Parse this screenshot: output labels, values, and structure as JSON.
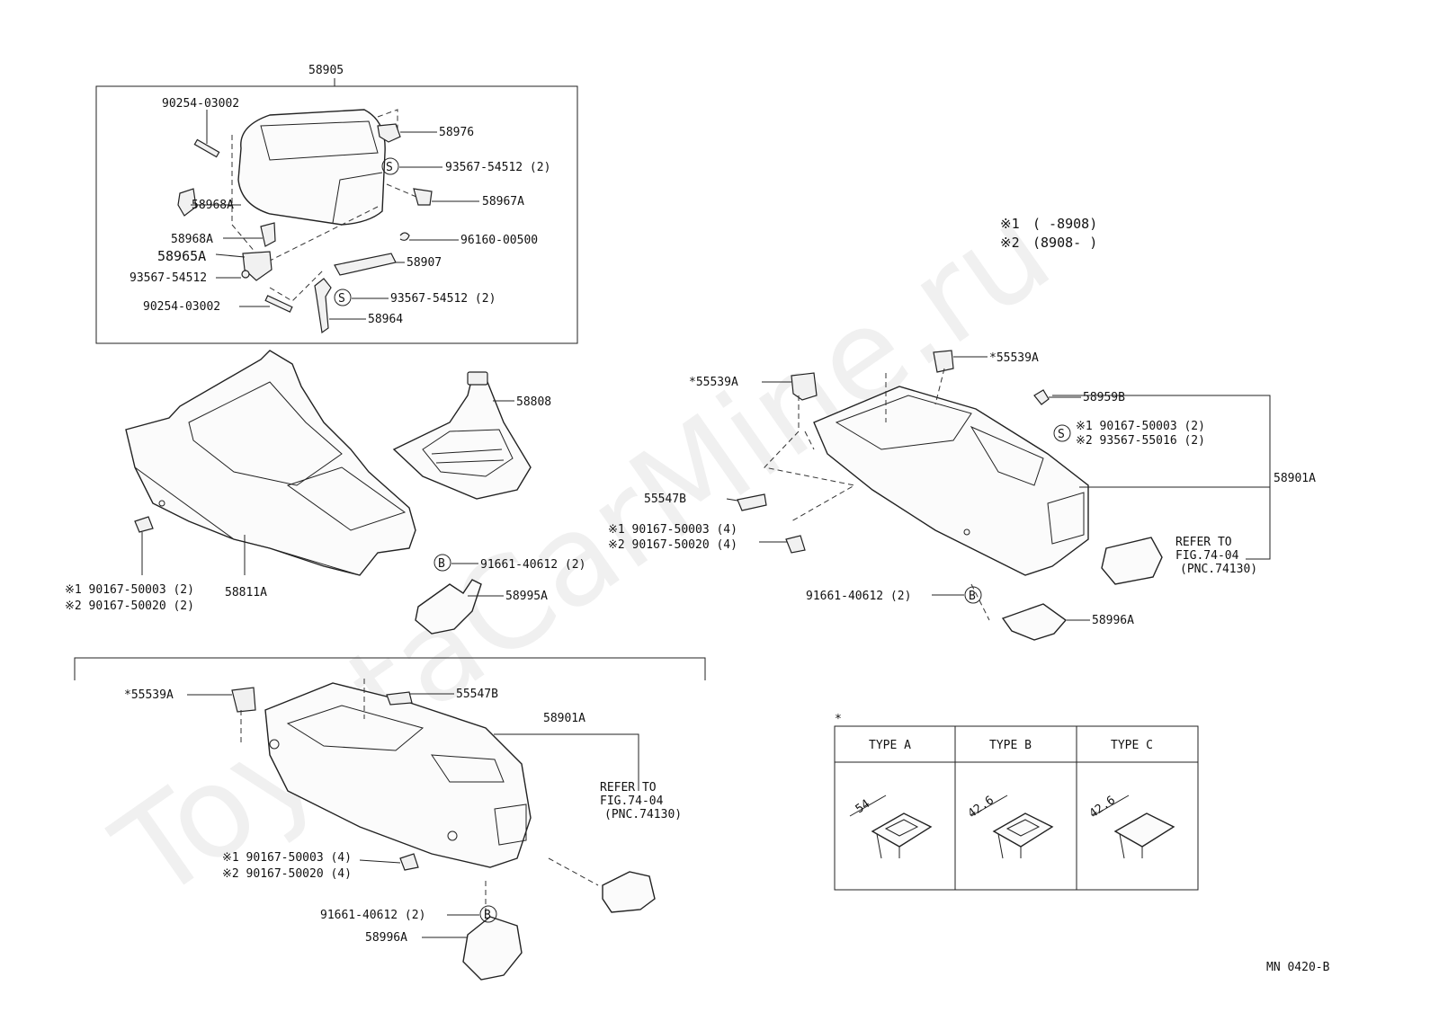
{
  "watermark": "ToyotaCarMine.ru",
  "assembly_label": "58905",
  "variant_legend": [
    {
      "mark": "※1",
      "text": "(      -8908)"
    },
    {
      "mark": "※2",
      "text": "(8908-       )"
    }
  ],
  "footer_code": "MN 0420-B",
  "armrest_parts": [
    {
      "text": "90254-03002"
    },
    {
      "text": "58976"
    },
    {
      "text": "93567-54512 (2)"
    },
    {
      "text": "58967A"
    },
    {
      "text": "58968A"
    },
    {
      "text": "58968A"
    },
    {
      "text": "58965A"
    },
    {
      "text": "96160-00500"
    },
    {
      "text": "58907"
    },
    {
      "text": "93567-54512"
    },
    {
      "text": "93567-54512 (2)"
    },
    {
      "text": "90254-03002"
    },
    {
      "text": "58964"
    }
  ],
  "mid_parts": [
    {
      "text": "58808"
    },
    {
      "text": "※1 90167-50003 (2)"
    },
    {
      "text": "※2 90167-50020 (2)"
    },
    {
      "text": "58811A"
    },
    {
      "text": "91661-40612 (2)"
    },
    {
      "text": "58995A"
    }
  ],
  "right_parts": [
    {
      "text": "*55539A"
    },
    {
      "text": "*55539A"
    },
    {
      "text": "58959B"
    },
    {
      "text": "※1 90167-50003 (2)"
    },
    {
      "text": "※2 93567-55016 (2)"
    },
    {
      "text": "58901A"
    },
    {
      "text": "55547B"
    },
    {
      "text": "※1 90167-50003 (4)"
    },
    {
      "text": "※2 90167-50020 (4)"
    },
    {
      "text": "REFER TO"
    },
    {
      "text": "FIG.74-04"
    },
    {
      "text": "(PNC.74130)"
    },
    {
      "text": "91661-40612 (2)"
    },
    {
      "text": "58996A"
    }
  ],
  "bottom_parts": [
    {
      "text": "*55539A"
    },
    {
      "text": "55547B"
    },
    {
      "text": "58901A"
    },
    {
      "text": "REFER TO"
    },
    {
      "text": "FIG.74-04"
    },
    {
      "text": "(PNC.74130)"
    },
    {
      "text": "※1 90167-50003 (4)"
    },
    {
      "text": "※2 90167-50020 (4)"
    },
    {
      "text": "91661-40612 (2)"
    },
    {
      "text": "58996A"
    }
  ],
  "callout_letters": {
    "screw": "S",
    "bolt": "B"
  },
  "type_table": {
    "marker": "*",
    "columns": [
      "TYPE A",
      "TYPE B",
      "TYPE C"
    ],
    "dimensions": [
      "54",
      "42.6",
      "42.6"
    ]
  }
}
